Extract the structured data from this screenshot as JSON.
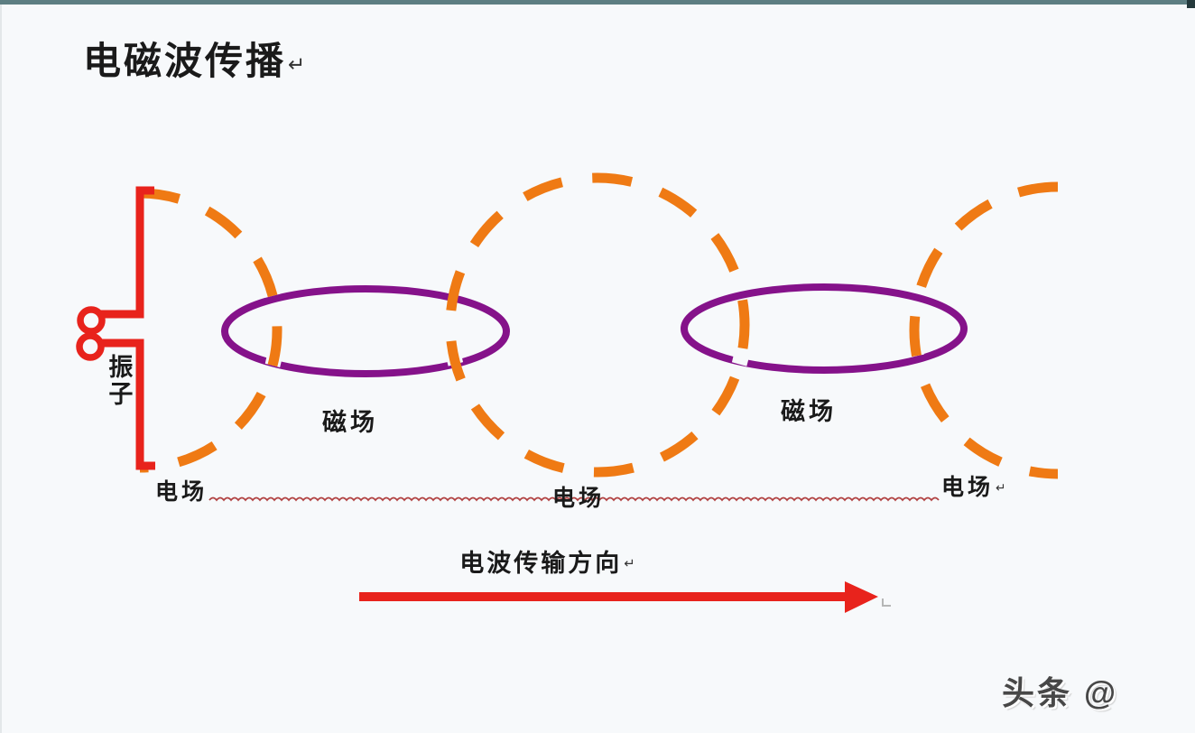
{
  "page": {
    "title": "电磁波传播",
    "watermark": "头条 @"
  },
  "marks": {
    "paragraph": "↵"
  },
  "diagram": {
    "oscillator_label": "振子",
    "mag_label_1": "磁场",
    "mag_label_2": "磁场",
    "efield_label_1": "电场",
    "efield_label_2": "电场",
    "efield_label_3": "电场",
    "direction_label": "电波传输方向",
    "colors": {
      "background": "#f7f9fb",
      "text": "#1a1a1a",
      "topbar": "#5d7e82",
      "corner": "#24393c",
      "antenna": "#e8231c",
      "efield": "#ef7a14",
      "bfield": "#85128a",
      "wavy": "#b04040",
      "arrow": "#e8231c",
      "watermark": "#474747"
    }
  }
}
